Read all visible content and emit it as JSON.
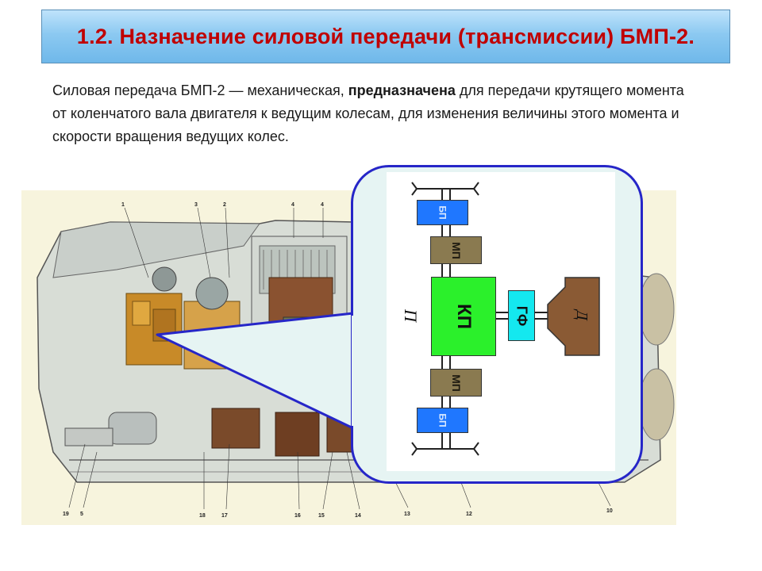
{
  "slide": {
    "title": "1.2. Назначение силовой передачи (трансмиссии) БМП-2.",
    "intro_part1": "Силовая передача БМП-2 — механическая, ",
    "intro_bold": "предназначена",
    "intro_part2": " для передачи крутящего момента от коленчатого вала двигателя к ведущим колесам, для изменения величины этого момента и скорости вращения ведущих колес."
  },
  "scheme": {
    "side_label": "П",
    "bp_top": "БП",
    "mp_top": "МП",
    "kp": "КП",
    "gf": "ГФ",
    "engine": "Д",
    "mp_bottom": "МП",
    "bp_bottom": "БП"
  },
  "illustration": {
    "callout_numbers_top": [
      "1",
      "3",
      "2",
      "4",
      "4"
    ],
    "callout_numbers_bottom": [
      "19",
      "5",
      "18",
      "17",
      "16",
      "15",
      "14",
      "13",
      "12",
      "10"
    ]
  },
  "colors": {
    "title_text": "#c00000",
    "title_bar": "#8cc9f1",
    "callout_border": "#2626c8",
    "bp": "#1f77ff",
    "mp": "#8a7a50",
    "kp": "#2bf02b",
    "gf": "#14e8ef",
    "engine": "#8a5a34"
  }
}
